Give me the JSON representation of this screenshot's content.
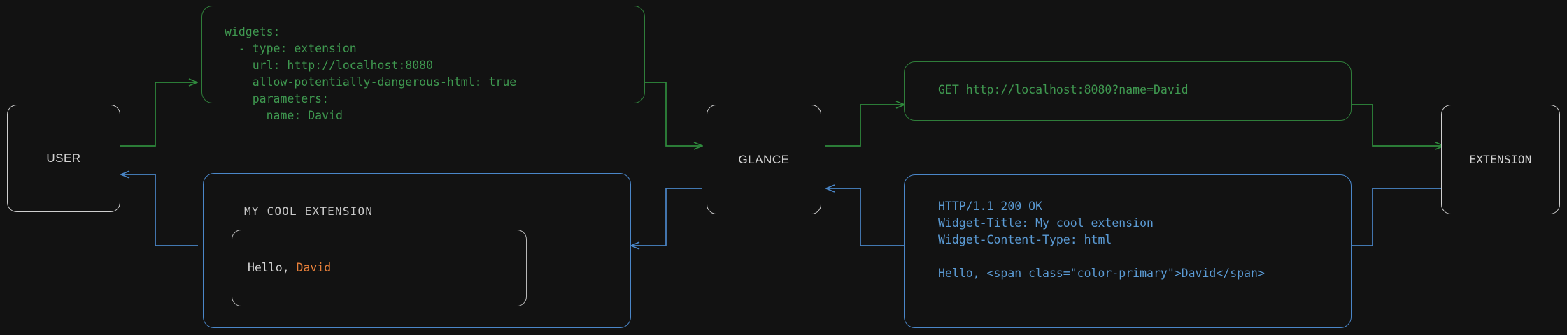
{
  "diagram": {
    "title": "glance extension request flow",
    "background_color": "#121212",
    "colors": {
      "request_green": "#3f9950",
      "response_blue": "#5b9bd5",
      "node_border": "#cfcfcf",
      "accent_orange": "#e8803a",
      "widget_text": "#d6d6d6"
    }
  },
  "nodes": {
    "user": {
      "label": "USER"
    },
    "glance": {
      "label": "GLANCE"
    },
    "extension": {
      "label": "EXTENSION"
    }
  },
  "config_box": {
    "color": "#3f9950",
    "lines": [
      "widgets:",
      "  - type: extension",
      "    url: http://localhost:8080",
      "    allow-potentially-dangerous-html: true",
      "    parameters:",
      "      name: David"
    ],
    "text": "widgets:\n  - type: extension\n    url: http://localhost:8080\n    allow-potentially-dangerous-html: true\n    parameters:\n      name: David"
  },
  "request_box": {
    "color": "#3f9950",
    "text": "GET http://localhost:8080?name=David"
  },
  "response_box": {
    "color": "#5b9bd5",
    "lines": [
      "HTTP/1.1 200 OK",
      "Widget-Title: My cool extension",
      "Widget-Content-Type: html",
      "",
      "Hello, <span class=\"color-primary\">David</span>"
    ],
    "text": "HTTP/1.1 200 OK\nWidget-Title: My cool extension\nWidget-Content-Type: html\n\nHello, <span class=\"color-primary\">David</span>"
  },
  "widget_preview": {
    "color": "#5b9bd5",
    "title": "MY COOL EXTENSION",
    "greeting_prefix": "Hello, ",
    "greeting_name": "David"
  }
}
